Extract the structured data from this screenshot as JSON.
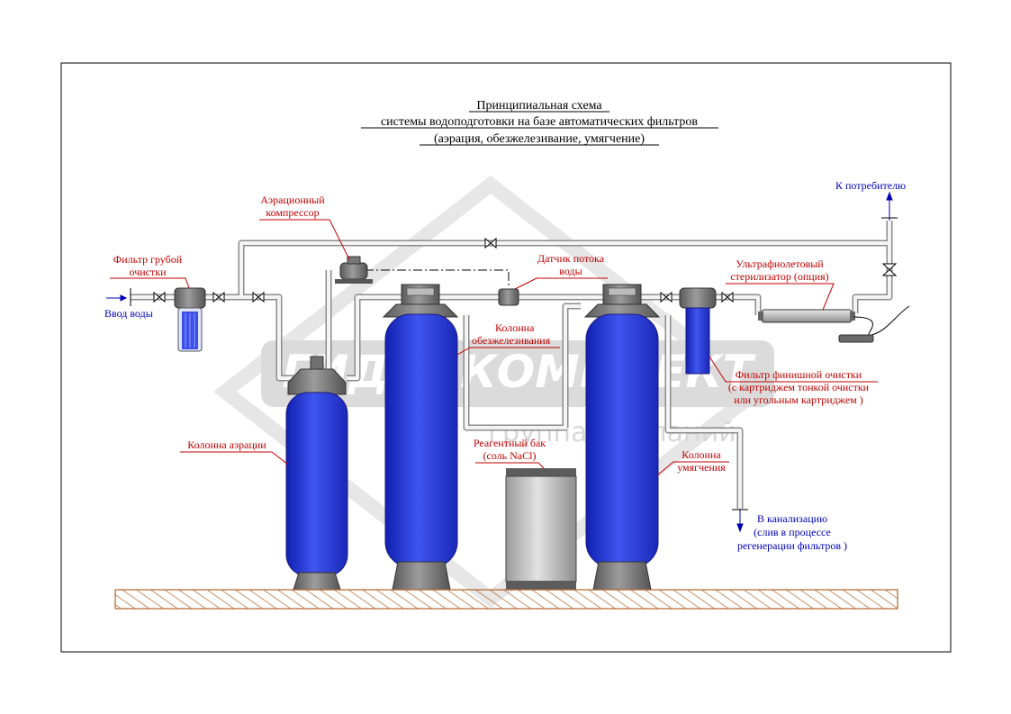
{
  "title": {
    "line1": "Принципиальная схема",
    "line2": "системы водоподготовки на базе автоматических фильтров",
    "line3": "(аэрация, обезжелезивание, умягчение)"
  },
  "watermark": {
    "brand": "ГИДРОКОМПЛЕКТ",
    "sub": "группа компаний"
  },
  "labels": {
    "water_in": "Ввод воды",
    "consumer": "К потребителю",
    "coarse_filter": [
      "Фильтр грубой",
      "очистки"
    ],
    "compressor": [
      "Аэрационный",
      "компрессор"
    ],
    "flow_sensor": [
      "Датчик потока",
      "воды"
    ],
    "uv": [
      "Ультрафиолетовый",
      "стерилизатор (опция)"
    ],
    "iron_column": [
      "Колонна",
      "обезжелезивания"
    ],
    "fine_filter": [
      "Фильтр финишной очистки",
      "(с картриджем тонкой очистки",
      "или угольным картриджем )"
    ],
    "aeration_column": [
      "Колонна аэрации"
    ],
    "brine_tank": [
      "Реагентный бак",
      "(соль NaCl)"
    ],
    "softening_column": [
      "Колонна",
      "умягчения"
    ],
    "drain": [
      "В канализацию",
      "(слив в процессе",
      "регенерации фильтров )"
    ]
  },
  "colors": {
    "label_red": "#c00000",
    "label_blue": "#0000b8",
    "vessel_blue": "#2d3fe0",
    "pipe_gray": "#8c8c8c",
    "hatch_orange": "#b0642a"
  }
}
